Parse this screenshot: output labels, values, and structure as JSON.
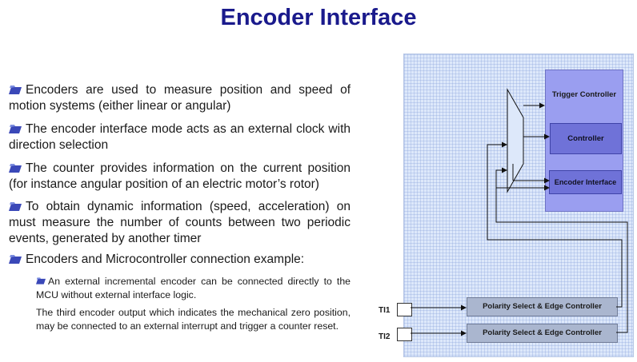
{
  "title": "Encoder Interface",
  "bullets": [
    "Encoders are used to measure position and speed of motion systems (either linear or angular)",
    "The encoder interface mode acts as an external clock with  direction selection",
    "The counter provides information on the current position (for instance angular position of an electric motor’s rotor)",
    "To obtain dynamic information (speed, acceleration) on must measure the number of counts between two periodic events, generated by another timer",
    "Encoders and Microcontroller connection example:"
  ],
  "sub_bullets": [
    "An external incremental encoder can be connected directly to the MCU without external  interface logic.",
    " The third encoder output which indicates the mechanical zero position, may be connected to an external interrupt and trigger a counter reset."
  ],
  "diagram": {
    "trigger_controller": "Trigger Controller",
    "controller": "Controller",
    "encoder_interface": "Encoder Interface",
    "polarity_1": "Polarity Select & Edge Controller",
    "polarity_2": "Polarity Select & Edge Controller",
    "ti1": "TI1",
    "ti2": "TI2"
  },
  "colors": {
    "title": "#1a1a8c",
    "bullet_icon": "#3a48b8",
    "diagram_bg": "#dde8fa",
    "trigger_controller_bg": "#9a9ef0",
    "inner_box_bg": "#6f72d8",
    "polarity_bg": "#aab6cf"
  },
  "icons": {
    "bullet": "folder-icon"
  }
}
